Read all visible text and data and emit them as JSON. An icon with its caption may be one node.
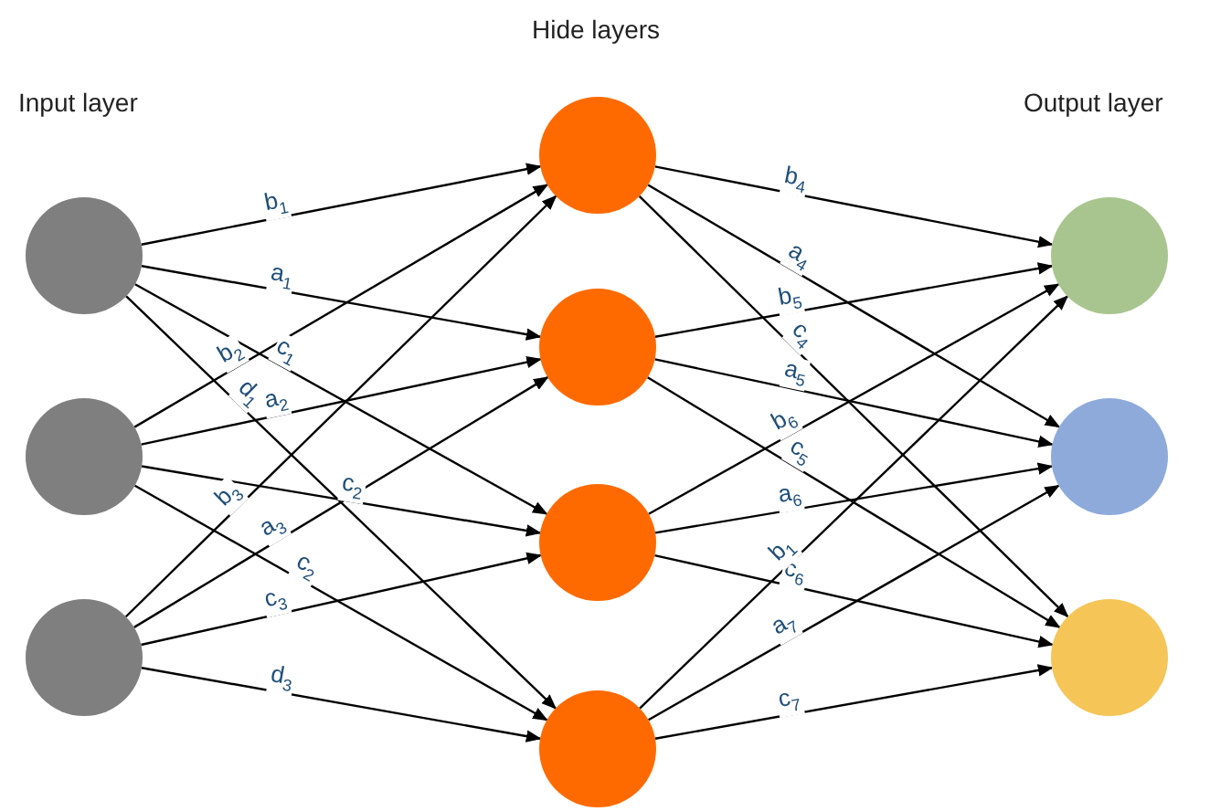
{
  "diagram": {
    "nodes": [
      {
        "text": [],
        "shape": "circle"
      },
      {
        "text": [],
        "shape": "circle"
      },
      {
        "text": [],
        "shape": "circle"
      },
      {
        "text": [],
        "shape": "circle"
      },
      {
        "text": [],
        "shape": "circle"
      },
      {
        "text": [],
        "shape": "circle"
      },
      {
        "text": [],
        "shape": "circle"
      },
      {
        "text": [],
        "shape": "circle"
      },
      {
        "text": [],
        "shape": "circle"
      },
      {
        "text": [],
        "shape": "circle"
      }
    ],
    "edges": [
      {
        "from": 0,
        "to": 3,
        "arrow": "to",
        "label": "b$_{1}$"
      },
      {
        "from": 0,
        "to": 4,
        "arrow": "to",
        "label": "a$_{1}$"
      },
      {
        "from": 0,
        "to": 5,
        "arrow": "to",
        "label": "c$_{1}$"
      },
      {
        "from": 0,
        "to": 6,
        "arrow": "to",
        "label": "d$_{1}$"
      },
      {
        "from": 1,
        "to": 3,
        "arrow": "to",
        "label": "b$_{2}$"
      },
      {
        "from": 1,
        "to": 4,
        "arrow": "to",
        "label": "a$_{2}$"
      },
      {
        "from": 1,
        "to": 5,
        "arrow": "to",
        "label": "c$_{2}$"
      },
      {
        "from": 1,
        "to": 6,
        "arrow": "to",
        "label": "c$_{2}$"
      },
      {
        "from": 2,
        "to": 3,
        "arrow": "to",
        "label": "b$_{3}$"
      },
      {
        "from": 2,
        "to": 4,
        "arrow": "to",
        "label": "a$_{3}$"
      },
      {
        "from": 2,
        "to": 5,
        "arrow": "to",
        "label": "c$_{3}$"
      },
      {
        "from": 2,
        "to": 6,
        "arrow": "to",
        "label": "d$_{3}$"
      },
      {
        "from": 3,
        "to": 7,
        "arrow": "to",
        "label": "b$_{4}$"
      },
      {
        "from": 3,
        "to": 8,
        "arrow": "to",
        "label": "a$_{4}$"
      },
      {
        "from": 3,
        "to": 9,
        "arrow": "to",
        "label": "c$_{4}$"
      },
      {
        "from": 4,
        "to": 7,
        "arrow": "to",
        "label": "b$_{5}$"
      },
      {
        "from": 4,
        "to": 8,
        "arrow": "to",
        "label": "a$_{5}$"
      },
      {
        "from": 4,
        "to": 9,
        "arrow": "to",
        "label": "c$_{5}$"
      },
      {
        "from": 5,
        "to": 7,
        "arrow": "to",
        "label": "b$_{6}$"
      },
      {
        "from": 5,
        "to": 8,
        "arrow": "to",
        "label": "a$_{6}$"
      },
      {
        "from": 5,
        "to": 9,
        "arrow": "to",
        "label": "c$_{6}$"
      },
      {
        "from": 6,
        "to": 7,
        "arrow": "to",
        "label": "b$_{1}$"
      },
      {
        "from": 6,
        "to": 8,
        "arrow": "to",
        "label": "a$_{7}$"
      },
      {
        "from": 6,
        "to": 9,
        "arrow": "to",
        "label": "c$_{7}$"
      }
    ],
    "labels": [
      "Input layer",
      "Hide layers",
      "Output layer"
    ]
  }
}
